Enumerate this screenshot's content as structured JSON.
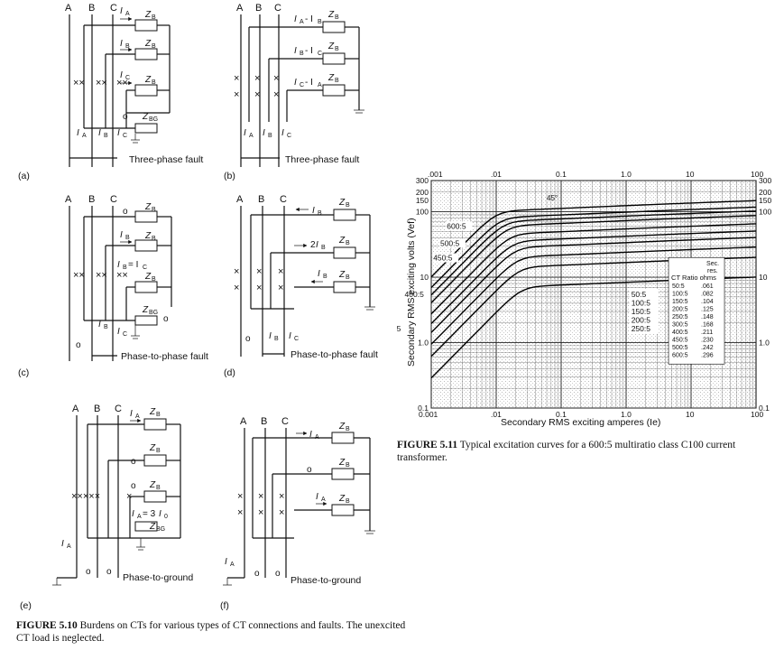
{
  "panels": [
    {
      "id": "a",
      "label": "(a)",
      "caption": "Three-phase fault",
      "currents": [
        "IA",
        "IB",
        "IC"
      ]
    },
    {
      "id": "b",
      "label": "(b)",
      "caption": "Three-phase fault",
      "currents": [
        "IA - IB",
        "IB - IC",
        "IC - IA"
      ]
    },
    {
      "id": "c",
      "label": "(c)",
      "caption": "Phase-to-phase fault",
      "currents": [
        "o",
        "IB",
        "IB = IC"
      ]
    },
    {
      "id": "d",
      "label": "(d)",
      "caption": "Phase-to-phase fault",
      "currents": [
        "IB",
        "2IB",
        "IB"
      ]
    },
    {
      "id": "e",
      "label": "(e)",
      "caption": "Phase-to-ground",
      "currents": [
        "IA",
        "o",
        "o",
        "IA = 3I0"
      ]
    },
    {
      "id": "f",
      "label": "(f)",
      "caption": "Phase-to-ground",
      "currents": [
        "IA",
        "o",
        "IA"
      ]
    }
  ],
  "labels": {
    "phase_a": "A",
    "phase_b": "B",
    "phase_c": "C",
    "zb": "Z",
    "zb_sub": "B",
    "zbg_sub": "BG",
    "ia": "I",
    "ia_sub": "A",
    "ib_sub": "B",
    "ic_sub": "C",
    "open": "o"
  },
  "figure_510": {
    "number": "FIGURE 5.10",
    "text": "Burdens on CTs for various types of CT connections and faults. The unexcited CT load is neglected."
  },
  "figure_511": {
    "number": "FIGURE 5.11",
    "text": "Typical excitation curves for a 600:5 multiratio class C100 current transformer."
  },
  "chart_data": {
    "type": "line",
    "xscale": "log",
    "yscale": "log",
    "xlim": [
      0.001,
      100
    ],
    "ylim": [
      0.1,
      300
    ],
    "xlabel": "Secondary RMS exciting amperes (Ie)",
    "ylabel": "Secondary RMS exciting volts (Vef)",
    "x_ticks": [
      ".001",
      ".01",
      "0.1",
      "1.0",
      "10",
      "100"
    ],
    "x_ticks_bottom": [
      "0.001",
      ".01",
      "0.1",
      "1.0",
      "10",
      "100"
    ],
    "y_ticks_left": [
      "300",
      "200",
      "150",
      "100",
      "10",
      "1.0",
      "0.1"
    ],
    "y_ticks_right": [
      "300",
      "200",
      "150",
      "100",
      "10",
      "1.0",
      "0.1"
    ],
    "annotation_45": "45°",
    "series": [
      {
        "name": "600:5",
        "knee_v": 100
      },
      {
        "name": "500:5",
        "knee_v": 80
      },
      {
        "name": "450:5",
        "knee_v": 70
      },
      {
        "name": "400:5",
        "knee_v": 60
      },
      {
        "name": "300:5",
        "knee_v": 45
      },
      {
        "name": "250:5",
        "knee_v": 35
      },
      {
        "name": "200:5",
        "knee_v": 28
      },
      {
        "name": "150:5",
        "knee_v": 20
      },
      {
        "name": "100:5",
        "knee_v": 14
      },
      {
        "name": "50:5",
        "knee_v": 7
      }
    ],
    "group_label": [
      "50:5",
      "100:5",
      "150:5",
      "200:5",
      "250:5"
    ],
    "table": {
      "headers": [
        "CT Ratio",
        "Sec. res. ohms"
      ],
      "rows": [
        [
          "50:5",
          ".061"
        ],
        [
          "100:5",
          ".082"
        ],
        [
          "150:5",
          ".104"
        ],
        [
          "200:5",
          ".125"
        ],
        [
          "250:5",
          ".148"
        ],
        [
          "300:5",
          ".168"
        ],
        [
          "400:5",
          ".211"
        ],
        [
          "450:5",
          ".230"
        ],
        [
          "500:5",
          ".242"
        ],
        [
          "600:5",
          ".296"
        ]
      ]
    }
  }
}
